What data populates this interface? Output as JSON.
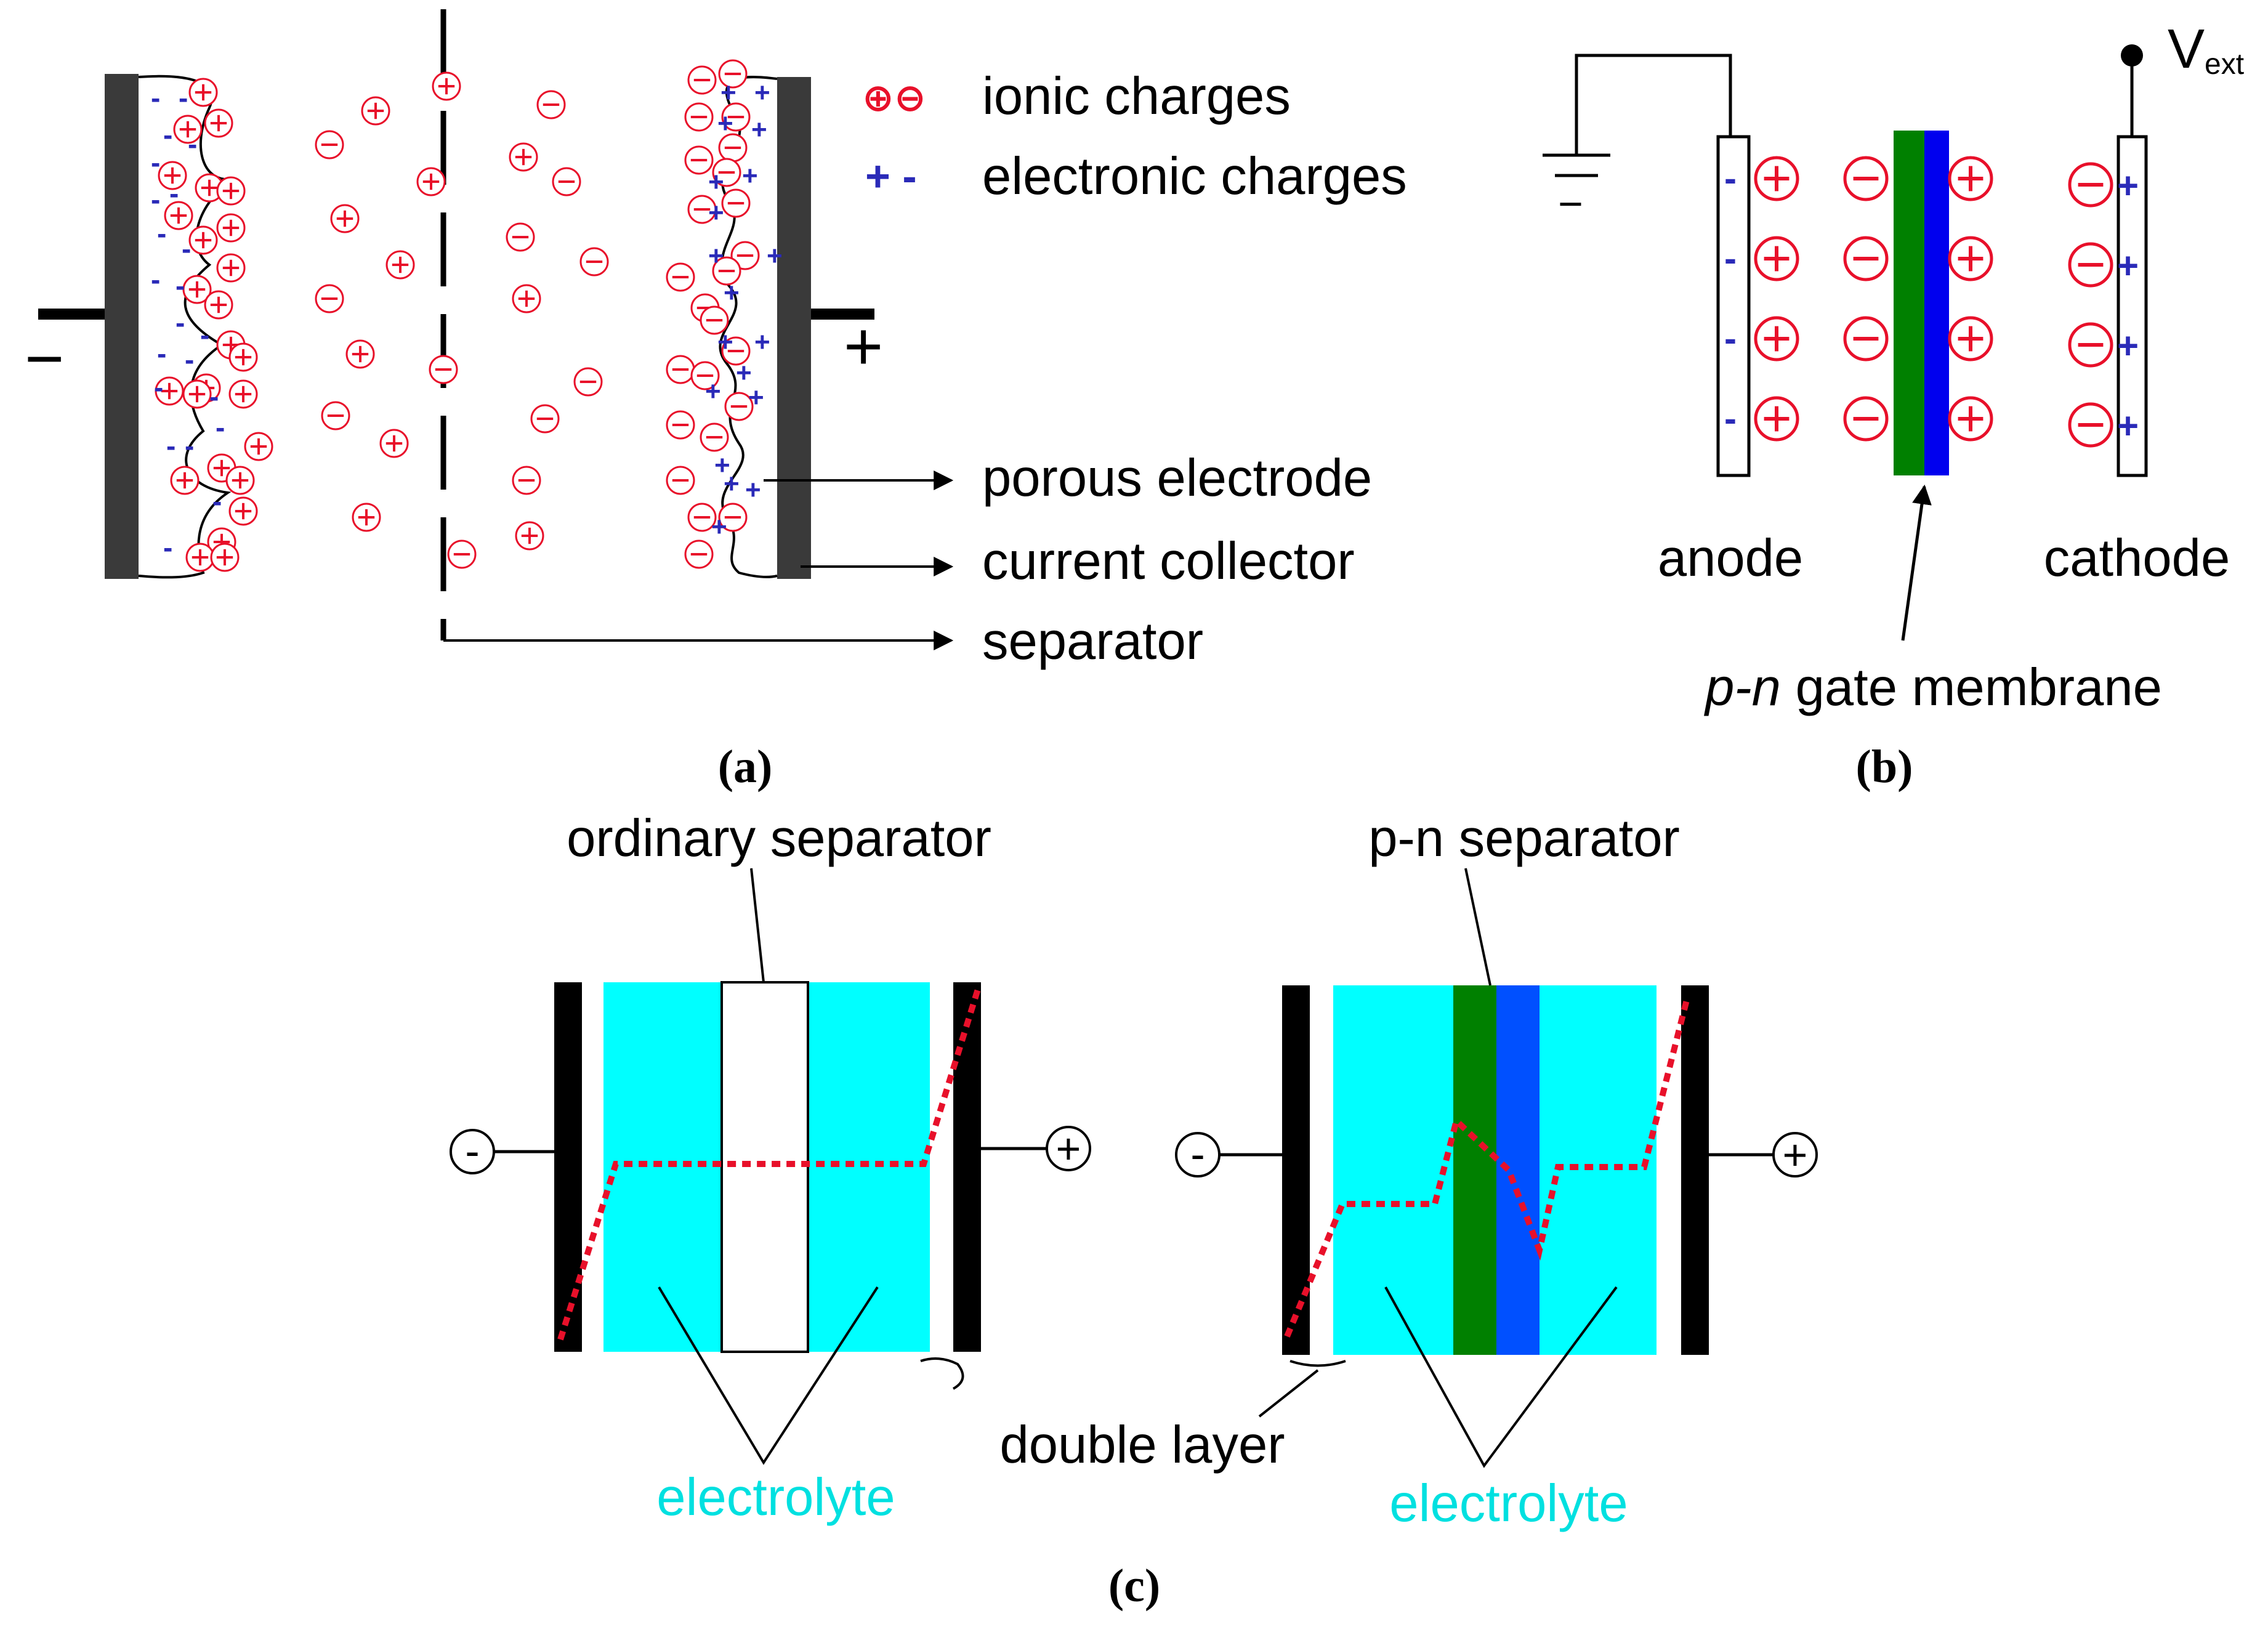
{
  "panel_a": {
    "caption": "(a)",
    "legend_ionic_symbol": "⊕⊖",
    "legend_ionic": "ionic charges",
    "legend_electronic_symbol": "+ -",
    "legend_electronic": "electronic charges",
    "label_porous_electrode": "porous electrode",
    "label_current_collector": "current collector",
    "label_separator": "separator",
    "terminal_negative": "−",
    "terminal_positive": "+"
  },
  "panel_b": {
    "caption": "(b)",
    "label_anode": "anode",
    "label_cathode": "cathode",
    "label_membrane_italic": "p-n",
    "label_membrane_rest": " gate membrane",
    "label_vext": "V",
    "label_vext_sub": "ext",
    "ground_minus": "−"
  },
  "panel_c": {
    "caption": "(c)",
    "label_ordinary_separator": "ordinary separator",
    "label_pn_separator": "p-n separator",
    "label_double_layer": "double layer",
    "label_electrolyte": "electrolyte",
    "terminal_minus": "-",
    "terminal_plus": "+"
  },
  "colors": {
    "ion_red": "#e8102a",
    "electron_blue": "#2a2ab8",
    "electrolyte_cyan": "#00ffff",
    "membrane_green": "#008000",
    "membrane_blue": "#0050ff",
    "potential_red": "#e8102a",
    "collector_dark": "#3a3a3a"
  }
}
